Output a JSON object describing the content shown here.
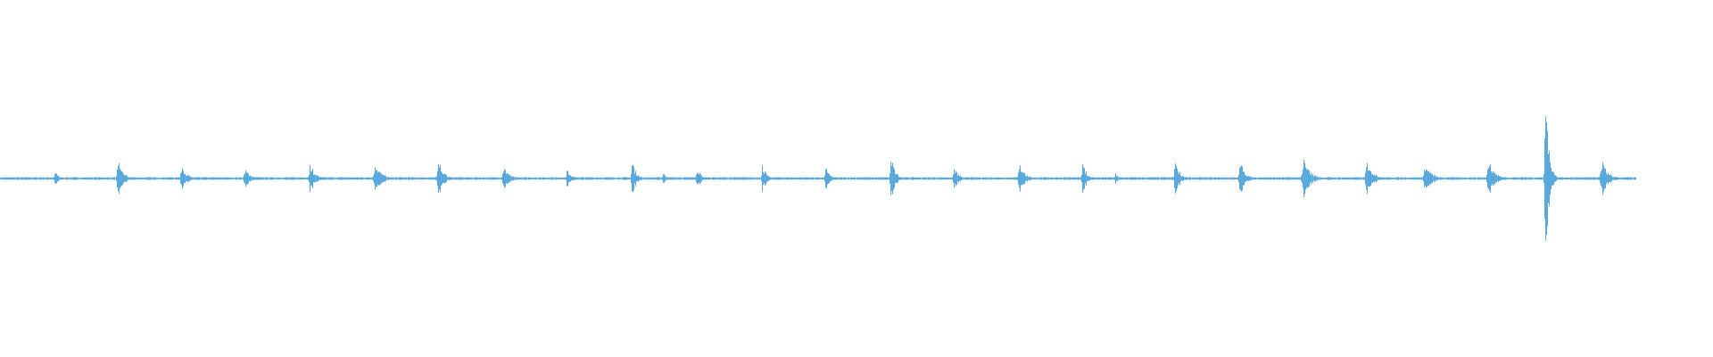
{
  "waveform": {
    "color": "#5aa9dc",
    "background": "#ffffff",
    "duration_fraction_with_audio": 0.955,
    "peak_amplitude": 0.56,
    "bursts": [
      {
        "t": 0.032,
        "a": 0.05,
        "w": 0.004
      },
      {
        "t": 0.069,
        "a": 0.11,
        "w": 0.006
      },
      {
        "t": 0.106,
        "a": 0.08,
        "w": 0.006
      },
      {
        "t": 0.143,
        "a": 0.06,
        "w": 0.006
      },
      {
        "t": 0.181,
        "a": 0.09,
        "w": 0.006
      },
      {
        "t": 0.219,
        "a": 0.1,
        "w": 0.007
      },
      {
        "t": 0.256,
        "a": 0.11,
        "w": 0.006
      },
      {
        "t": 0.294,
        "a": 0.07,
        "w": 0.007
      },
      {
        "t": 0.331,
        "a": 0.06,
        "w": 0.005
      },
      {
        "t": 0.369,
        "a": 0.1,
        "w": 0.005
      },
      {
        "t": 0.387,
        "a": 0.04,
        "w": 0.004
      },
      {
        "t": 0.407,
        "a": 0.06,
        "w": 0.005
      },
      {
        "t": 0.445,
        "a": 0.09,
        "w": 0.004
      },
      {
        "t": 0.482,
        "a": 0.07,
        "w": 0.005
      },
      {
        "t": 0.52,
        "a": 0.13,
        "w": 0.005
      },
      {
        "t": 0.557,
        "a": 0.07,
        "w": 0.005
      },
      {
        "t": 0.595,
        "a": 0.1,
        "w": 0.006
      },
      {
        "t": 0.632,
        "a": 0.09,
        "w": 0.005
      },
      {
        "t": 0.651,
        "a": 0.03,
        "w": 0.004
      },
      {
        "t": 0.686,
        "a": 0.12,
        "w": 0.005
      },
      {
        "t": 0.724,
        "a": 0.1,
        "w": 0.006
      },
      {
        "t": 0.761,
        "a": 0.11,
        "w": 0.008
      },
      {
        "t": 0.798,
        "a": 0.1,
        "w": 0.008
      },
      {
        "t": 0.832,
        "a": 0.08,
        "w": 0.008
      },
      {
        "t": 0.869,
        "a": 0.12,
        "w": 0.007
      },
      {
        "t": 0.902,
        "a": 0.56,
        "w": 0.004
      },
      {
        "t": 0.935,
        "a": 0.11,
        "w": 0.007
      }
    ]
  }
}
